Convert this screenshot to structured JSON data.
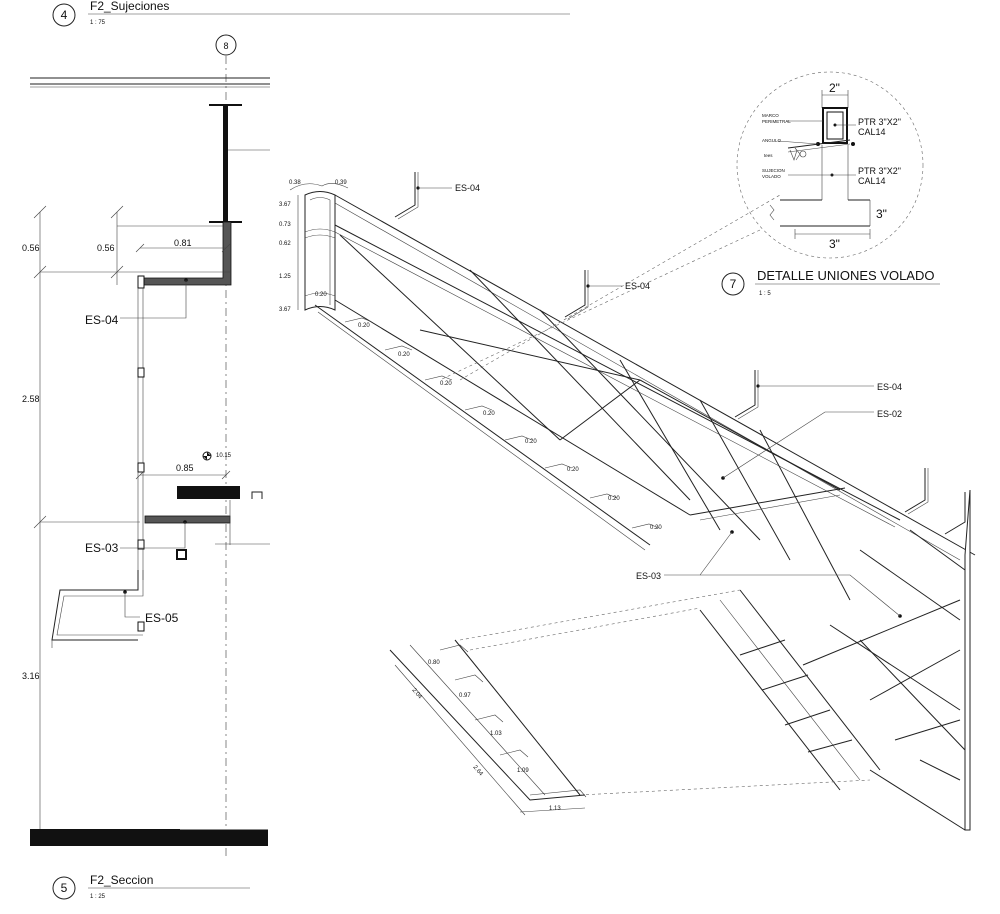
{
  "views": {
    "v4": {
      "number": "4",
      "title": "F2_Sujeciones",
      "scale": "1 : 75"
    },
    "v5": {
      "number": "5",
      "title": "F2_Seccion",
      "scale": "1 : 25"
    },
    "v7": {
      "number": "7",
      "title": "DETALLE UNIONES VOLADO",
      "scale": "1 : 5"
    }
  },
  "grid": {
    "marker": "8"
  },
  "section": {
    "dims": {
      "d1": "0.56",
      "d2": "0.56",
      "d3": "0.81",
      "d4": "2.58",
      "d5": "0.85",
      "d6": "10.15",
      "d7": "3.16"
    },
    "tags": {
      "es04": "ES-04",
      "es03": "ES-03",
      "es05": "ES-05"
    }
  },
  "iso": {
    "tags": {
      "a": "ES-04",
      "b": "ES-04",
      "c": "ES-04",
      "d": "ES-02",
      "e": "ES-03"
    },
    "dims": {
      "w1": "0.38",
      "w2": "0.39",
      "h1": "3.67",
      "h2": "0.73",
      "h3": "0.62",
      "h4": "1.25",
      "h5": "3.67",
      "s0": "0.20",
      "s1": "0.20",
      "s2": "0.20",
      "s3": "0.20",
      "s4": "0.20",
      "s5": "0.20",
      "s6": "0.20",
      "s7": "0.20",
      "s8": "0.20",
      "l1": "0.80",
      "l2": "0.97",
      "l3": "1.03",
      "l4": "1.09",
      "l5": "1.13",
      "r1": "2.04",
      "r2": "2.64"
    }
  },
  "detail": {
    "top_dim": "2\"",
    "right_dim": "3\"",
    "bottom_dim": "3\"",
    "labels": {
      "marco": "MARCO",
      "perimetral": "PERIMETRAL",
      "angulo": "ANGULO",
      "tees": "tees",
      "sujecion": "SUJECION",
      "volado": "VOLADO"
    },
    "spec1": "PTR 3\"X2\"",
    "cal1": "CAL14",
    "spec2": "PTR 3\"X2\"",
    "cal2": "CAL14"
  }
}
